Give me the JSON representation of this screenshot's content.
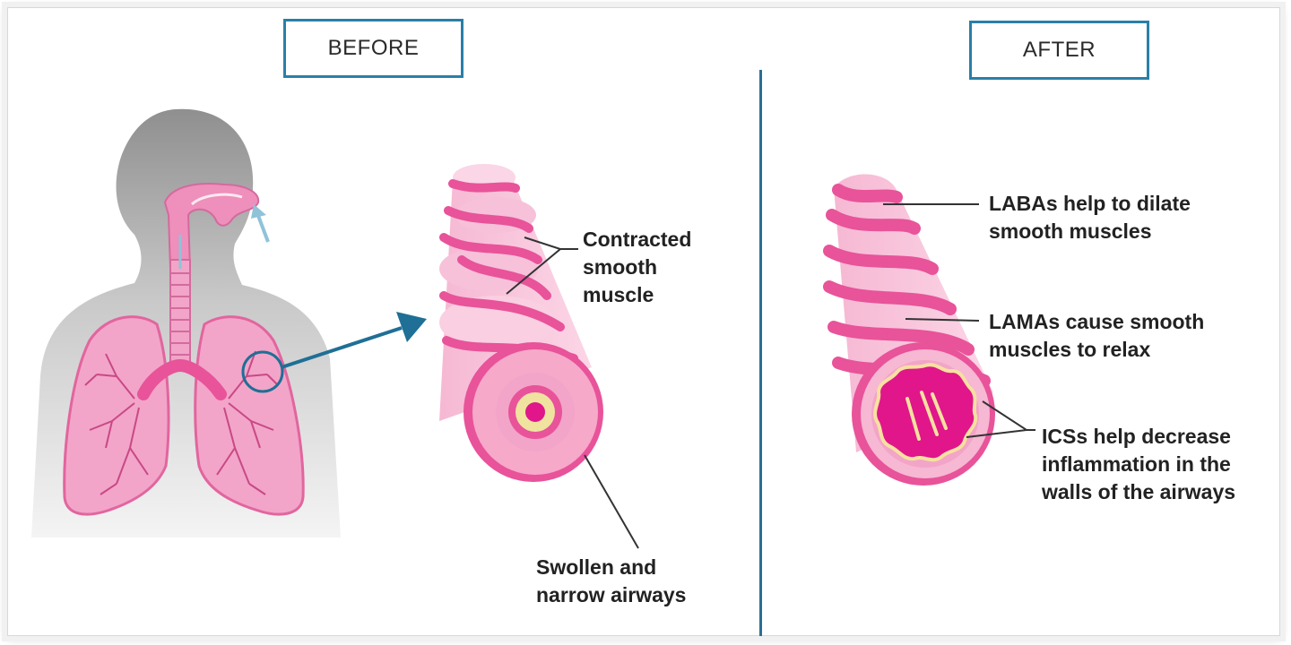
{
  "panels": {
    "before": {
      "title": "BEFORE"
    },
    "after": {
      "title": "AFTER"
    }
  },
  "before_labels": {
    "muscle": [
      "Contracted",
      "smooth",
      "muscle"
    ],
    "airways": [
      "Swollen and",
      "narrow airways"
    ]
  },
  "after_labels": {
    "labas": [
      "LABAs help to dilate",
      "smooth muscles"
    ],
    "lamas": [
      "LAMAs cause smooth",
      "muscles to relax"
    ],
    "icss": [
      "ICSs help decrease",
      "inflammation in the",
      "walls of the airways"
    ]
  },
  "colors": {
    "frame_blue": "#2a7fa8",
    "lung_pink": "#f2a5c8",
    "muscle_pink": "#e8539a",
    "inflamed_magenta": "#e0168a",
    "silhouette_gray": "#bdbdbd"
  }
}
